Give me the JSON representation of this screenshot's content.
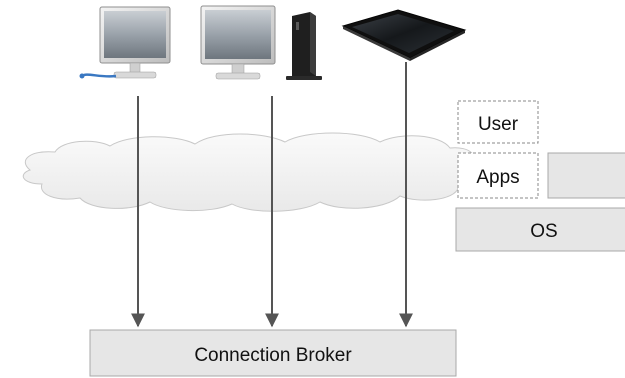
{
  "layers": {
    "user_label": "User",
    "apps_label": "Apps",
    "os_label": "OS"
  },
  "broker": {
    "label": "Connection Broker"
  },
  "devices": [
    {
      "icon": "thin-client-monitor-icon"
    },
    {
      "icon": "desktop-monitor-icon"
    },
    {
      "icon": "mini-pc-icon"
    },
    {
      "icon": "tablet-icon"
    }
  ],
  "colors": {
    "box_fill": "#e6e6e6",
    "box_stroke": "#a8a8a8",
    "arrow": "#555555",
    "cloud_fill": "#f2f2f2"
  }
}
